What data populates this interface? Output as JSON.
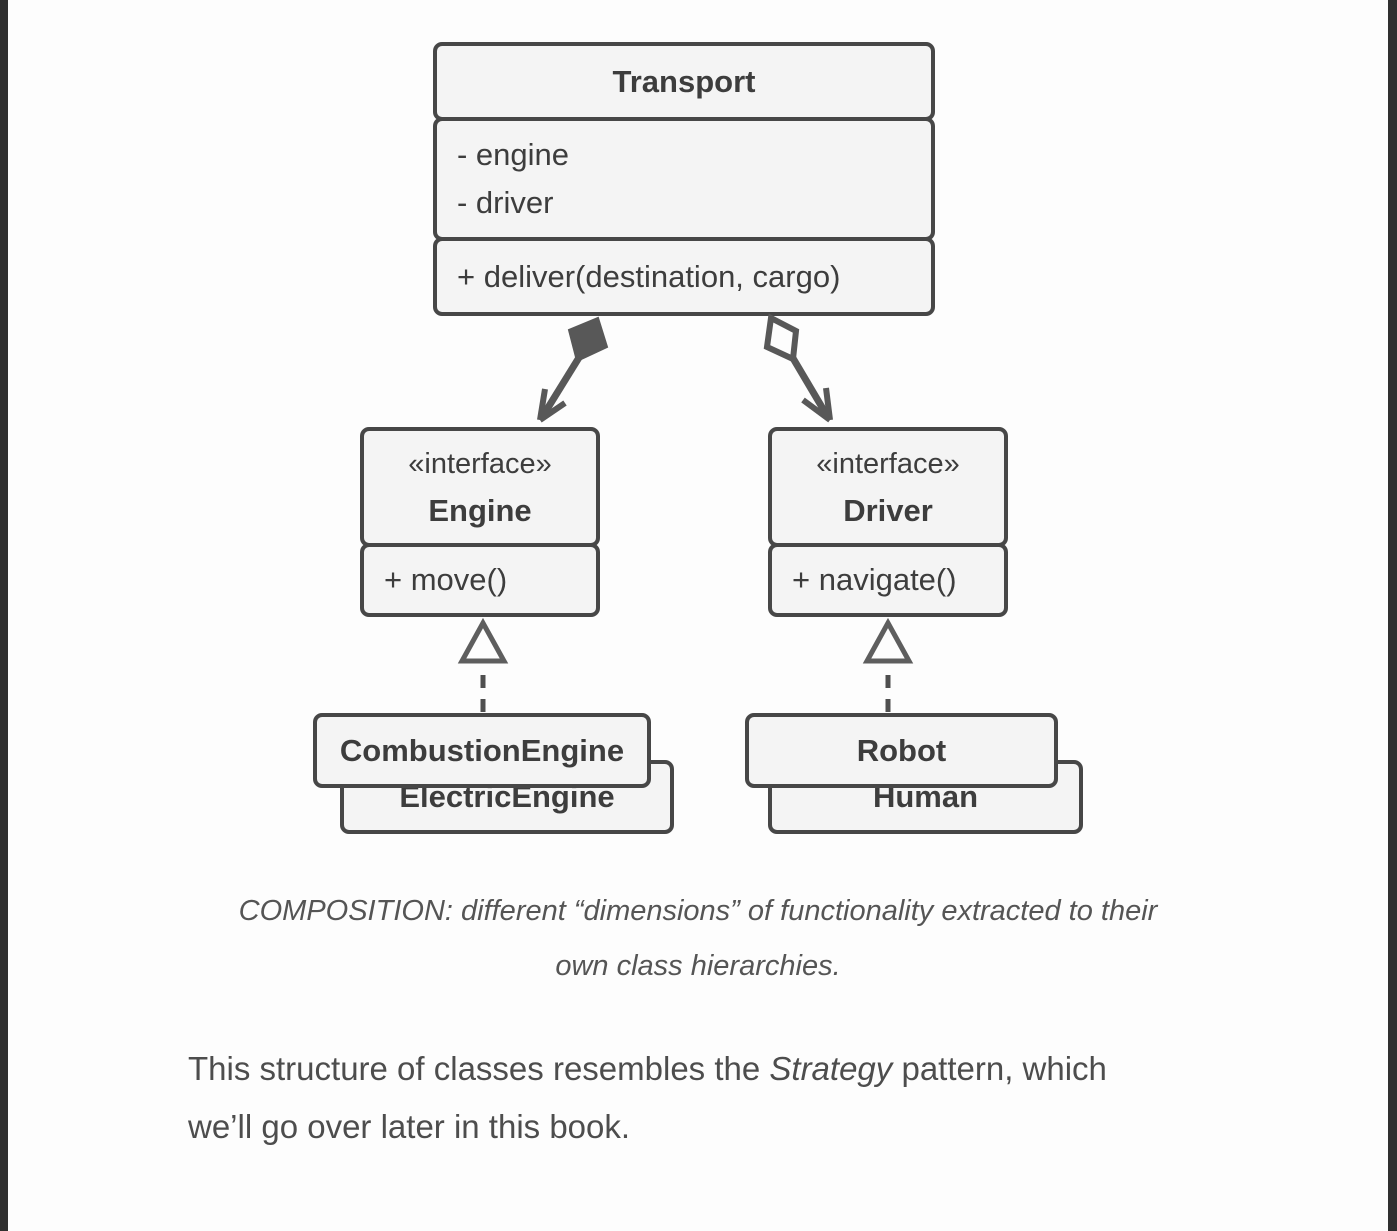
{
  "page": {
    "caption": {
      "line1": "COMPOSITION: different “dimensions” of functionality extracted to their",
      "line2": "own class hierarchies."
    },
    "paragraph": {
      "line1_before": "This structure of classes resembles the ",
      "line1_em": "Strategy",
      "line1_after": " pattern, which",
      "line2": "we’ll go over later in this book."
    }
  },
  "diagram": {
    "colors": {
      "box_fill": "#f4f4f4",
      "box_border": "#474747",
      "box_text": "#3d3d3d",
      "arrow": "#585858",
      "page_edge": "#303030"
    },
    "transport": {
      "title": "Transport",
      "fields": [
        "- engine",
        "- driver"
      ],
      "method": "+ deliver(destination, cargo)"
    },
    "engine_interface": {
      "stereotype": "«interface»",
      "name": "Engine",
      "method": "+ move()"
    },
    "driver_interface": {
      "stereotype": "«interface»",
      "name": "Driver",
      "method": "+ navigate()"
    },
    "engine_impl_front": "CombustionEngine",
    "engine_impl_back": "ElectricEngine",
    "driver_impl_front": "Robot",
    "driver_impl_back": "Human",
    "relations": [
      {
        "type": "composition",
        "from": "Transport",
        "to": "Engine"
      },
      {
        "type": "aggregation",
        "from": "Transport",
        "to": "Driver"
      },
      {
        "type": "realization",
        "from": "CombustionEngine",
        "to": "Engine"
      },
      {
        "type": "realization",
        "from": "Robot",
        "to": "Driver"
      }
    ]
  }
}
